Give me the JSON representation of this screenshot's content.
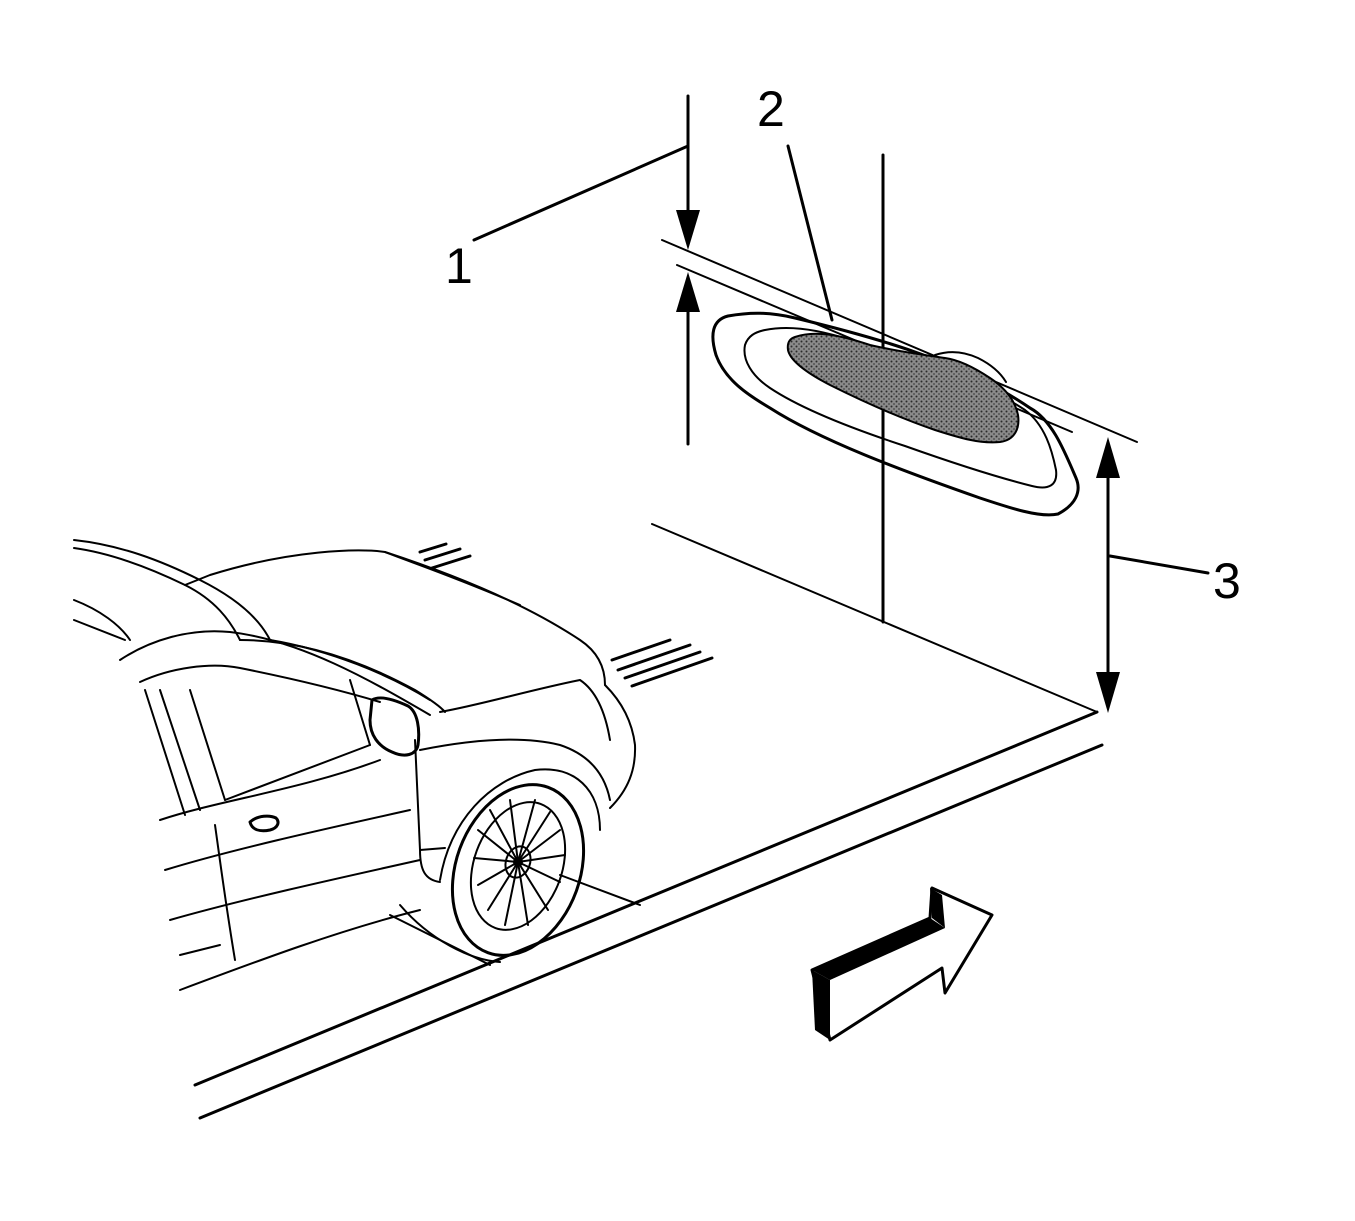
{
  "callouts": [
    {
      "label": "1"
    },
    {
      "label": "2"
    },
    {
      "label": "3"
    }
  ],
  "colors": {
    "line": "#000000",
    "background": "#ffffff",
    "beam_core": "#6e6e6e"
  },
  "icons": [
    "vehicle-outline-icon",
    "direction-arrow-icon",
    "dimension-arrow-icon"
  ]
}
